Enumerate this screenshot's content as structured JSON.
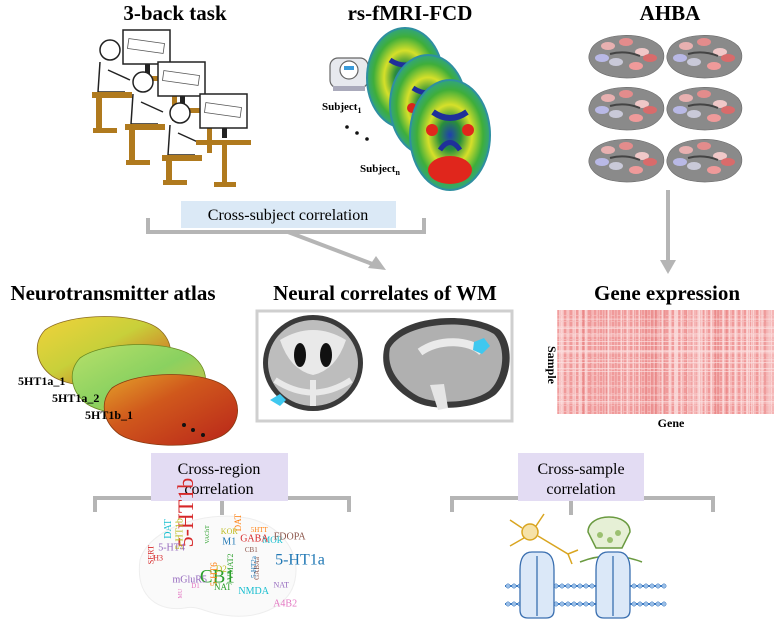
{
  "titles": {
    "task": "3-back task",
    "rsfmri": "rs-fMRI-FCD",
    "ahba": "AHBA",
    "neurotransmitter": "Neurotransmitter atlas",
    "neural_correlates": "Neural correlates of WM",
    "gene_expression": "Gene expression"
  },
  "boxes": {
    "cross_subject": "Cross-subject correlation",
    "cross_region_line1": "Cross-region",
    "cross_region_line2": "correlation",
    "cross_sample_line1": "Cross-sample",
    "cross_sample_line2": "correlation"
  },
  "subjects": {
    "first_base": "Subject",
    "first_sub": "1",
    "last_base": "Subject",
    "last_sub": "n"
  },
  "atlas_labels": [
    "5HT1a_1",
    "5HT1a_2",
    "5HT1b_1"
  ],
  "heatmap": {
    "ylabel": "Sample",
    "xlabel": "Gene"
  },
  "wordcloud_words": [
    "5-HT1b",
    "CB1",
    "5-HT1a",
    "NAT",
    "DAT",
    "MOR",
    "GABAa",
    "D1",
    "D2",
    "H3",
    "VAChT",
    "M1",
    "mGluR5",
    "5HTT",
    "NMDA",
    "FDOPA",
    "A4B2",
    "KOR",
    "SERT",
    "VMAT2",
    "5-HT2a",
    "5-HT4",
    "5-HT6",
    "DAT",
    "CB1",
    "MU",
    "5-HT1b",
    "GABA",
    "NAT"
  ],
  "colors": {
    "pill_blue": "#dbe9f6",
    "pill_purple": "#e3dcf3",
    "arrow_gray": "#b5b5b5",
    "desk_brown": "#b07a1e",
    "heatmap_red": "#f2a3a3",
    "roi_cyan": "#3fc8ef"
  }
}
